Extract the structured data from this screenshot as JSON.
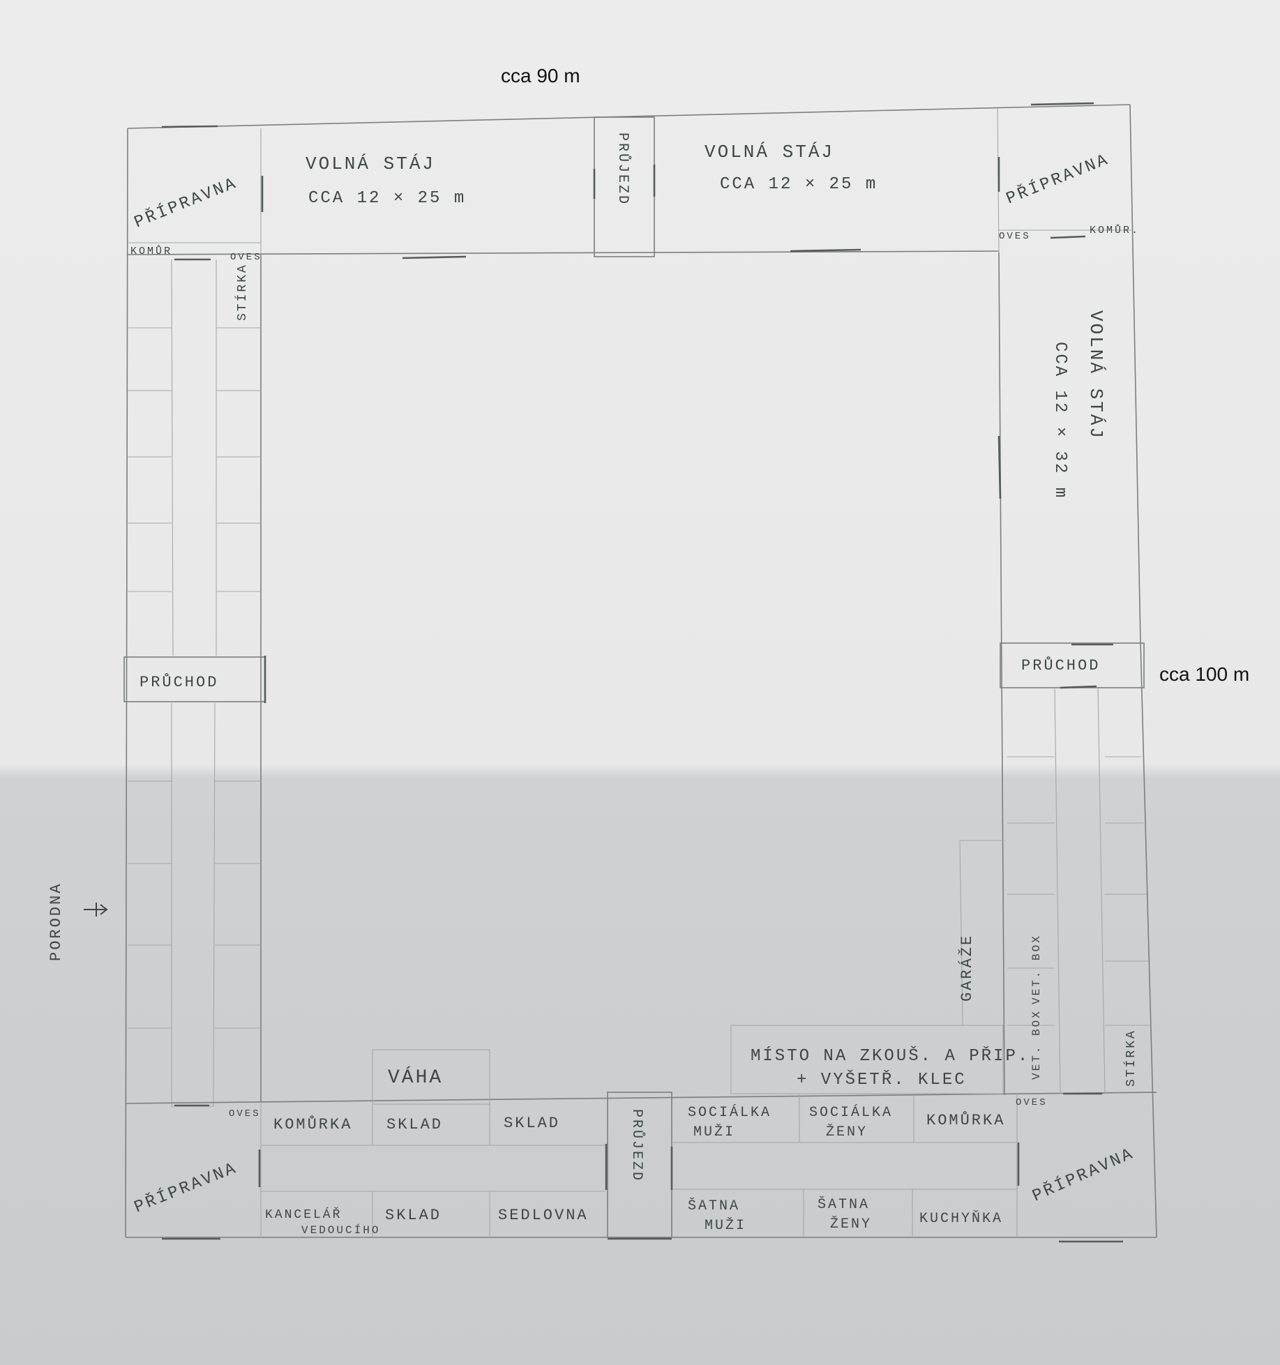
{
  "dimensions": {
    "top": "cca 90 m",
    "right": "cca 100 m"
  },
  "rooms": {
    "stable_nw_title": "VOLNÁ STÁJ",
    "stable_nw_size": "CCA 12 × 25 m",
    "stable_ne_title": "VOLNÁ STÁJ",
    "stable_ne_size": "CCA 12 × 25 m",
    "stable_e_title": "VOLNÁ STÁJ",
    "stable_e_size": "CCA 12 × 32 m",
    "prep_nw": "PŘÍPRAVNA",
    "prep_ne": "PŘÍPRAVNA",
    "prep_sw": "PŘÍPRAVNA",
    "prep_se": "PŘÍPRAVNA",
    "komor_nw": "KOMŮR",
    "komor_ne": "KOMŮR.",
    "oves_nw": "OVES",
    "oves_ne": "OVES",
    "oves_sw": "OVES",
    "oves_se": "OVES",
    "stirka_w": "STÍRKA",
    "stirka_e": "STÍRKA",
    "prujezd_n": "PRŮJEZD",
    "prujezd_s": "PRŮJEZD",
    "pruchod_w": "PRŮCHOD",
    "pruchod_e": "PRŮCHOD",
    "porodna": "PORODNA",
    "vaha": "VÁHA",
    "komorka_s1": "KOMŮRKA",
    "sklad_1": "SKLAD",
    "sklad_2": "SKLAD",
    "sklad_3": "SKLAD",
    "kancelar_1": "KANCELÁŘ",
    "kancelar_2": "VEDOUCÍHO",
    "sedlovna": "SEDLOVNA",
    "socialka_muzi_1": "SOCIÁLKA",
    "socialka_muzi_2": "MUŽI",
    "socialka_zeny_1": "SOCIÁLKA",
    "socialka_zeny_2": "ŽENY",
    "komorka_s2": "KOMŮRKA",
    "satna_muzi_1": "ŠATNA",
    "satna_muzi_2": "MUŽI",
    "satna_zeny_1": "ŠATNA",
    "satna_zeny_2": "ŽENY",
    "kuchynka": "KUCHYŇKA",
    "misto_1": "MÍSTO NA ZKOUŠ. A PŘIP.",
    "misto_2": "+ VYŠETŘ. KLEC",
    "garaze": "GARÁŽE",
    "vet_box_1": "VET. BOX",
    "vet_box_2": "VET. BOX"
  }
}
